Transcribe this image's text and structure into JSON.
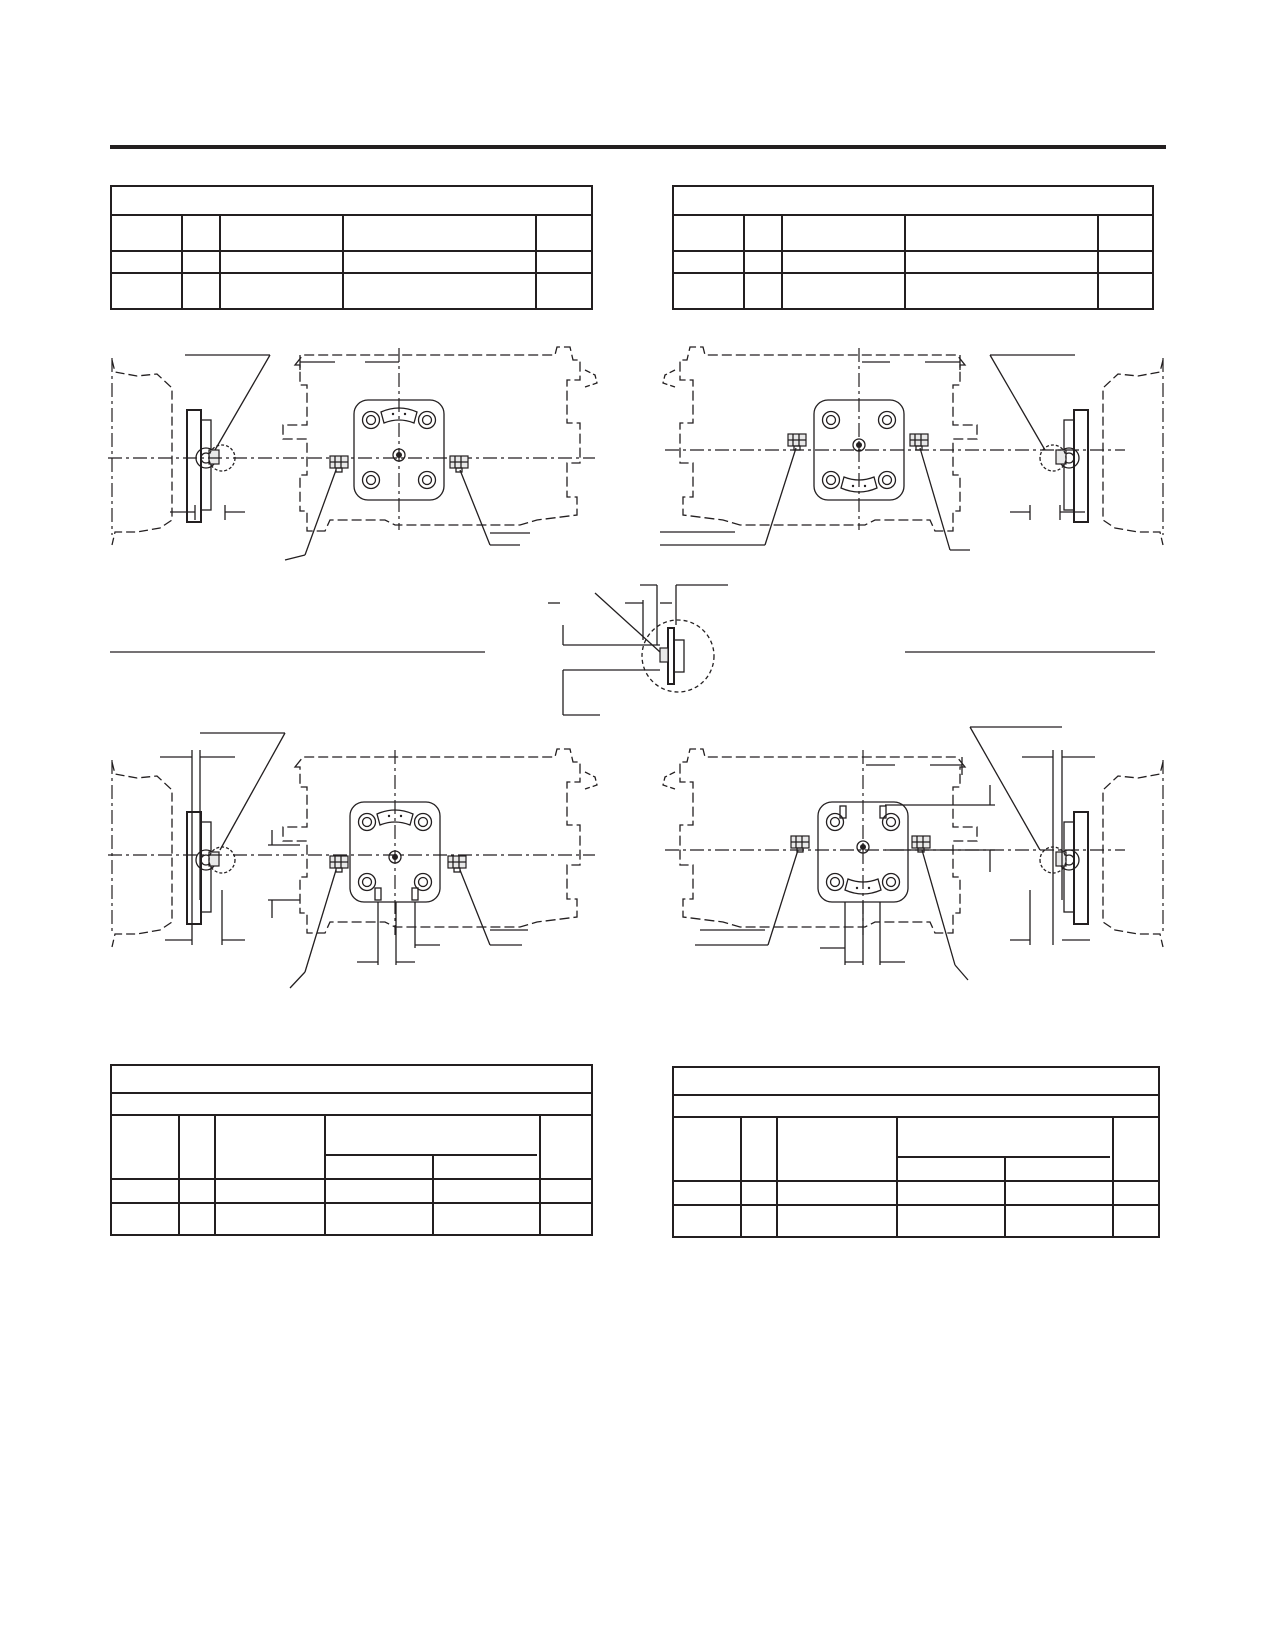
{
  "page": {
    "ink_color": "#231f20",
    "background_color": "#ffffff"
  },
  "tables": [
    {
      "name": "top-left-table"
    },
    {
      "name": "top-right-table"
    },
    {
      "name": "bottom-left-table"
    },
    {
      "name": "bottom-right-table"
    }
  ],
  "drawings": [
    {
      "name": "top-left-pump-drawing"
    },
    {
      "name": "top-right-pump-drawing"
    },
    {
      "name": "center-detail-drawing"
    },
    {
      "name": "bottom-left-pump-drawing"
    },
    {
      "name": "bottom-right-pump-drawing"
    }
  ]
}
